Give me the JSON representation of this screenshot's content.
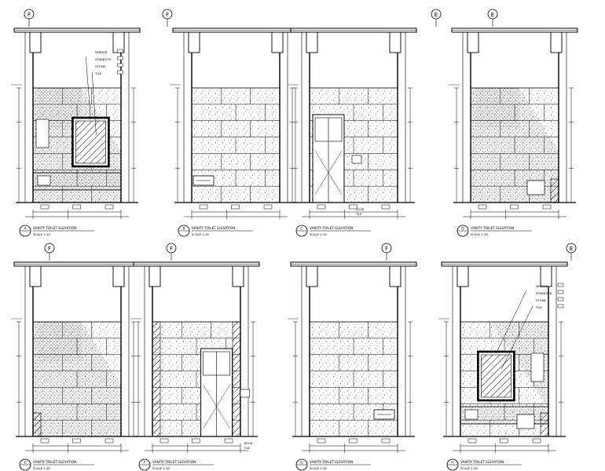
{
  "sheet": {
    "panels": [
      {
        "id": "panel-1",
        "grid_tag": "F",
        "caption_title": "VANITY TOILET ELEVATION",
        "caption_scale": "SCALE 1:30",
        "number_tag": "A",
        "variant": "mirror-left",
        "callouts": [
          "MIRROR",
          "STAINLESS",
          "STONE",
          "TILE"
        ]
      },
      {
        "id": "panel-2",
        "grid_tag": "F",
        "caption_title": "VANITY TOILET ELEVATION",
        "caption_scale": "SCALE 1:30",
        "number_tag": "B",
        "variant": "tiles-basin",
        "callouts": []
      },
      {
        "id": "panel-3",
        "grid_tag": "E",
        "caption_title": "VANITY TOILET ELEVATION",
        "caption_scale": "SCALE 1:30",
        "number_tag": "C",
        "variant": "shower-door",
        "callouts": [
          "DOOR",
          "TILE"
        ]
      },
      {
        "id": "panel-4",
        "grid_tag": "E",
        "caption_title": "VANITY TOILET ELEVATION",
        "caption_scale": "SCALE 1:30",
        "number_tag": "D",
        "variant": "diagonal-wc",
        "callouts": []
      },
      {
        "id": "panel-5",
        "grid_tag": "F",
        "caption_title": "VANITY TOILET ELEVATION",
        "caption_scale": "SCALE 1:30",
        "number_tag": "E",
        "variant": "diagonal-left",
        "callouts": []
      },
      {
        "id": "panel-6",
        "grid_tag": "F",
        "caption_title": "VANITY TOILET ELEVATION",
        "caption_scale": "SCALE 1:30",
        "number_tag": "F",
        "variant": "shower-right",
        "callouts": [
          "DOOR",
          "TILE"
        ]
      },
      {
        "id": "panel-7",
        "grid_tag": "F",
        "caption_title": "VANITY TOILET ELEVATION",
        "caption_scale": "SCALE 1:30",
        "number_tag": "G",
        "variant": "tiles-basin-right",
        "callouts": []
      },
      {
        "id": "panel-8",
        "grid_tag": "E",
        "caption_title": "VANITY TOILET ELEVATION",
        "caption_scale": "SCALE 1:30",
        "number_tag": "H",
        "variant": "mirror-right",
        "callouts": [
          "MIRROR",
          "STAINLESS",
          "STONE",
          "TILE"
        ]
      }
    ]
  }
}
